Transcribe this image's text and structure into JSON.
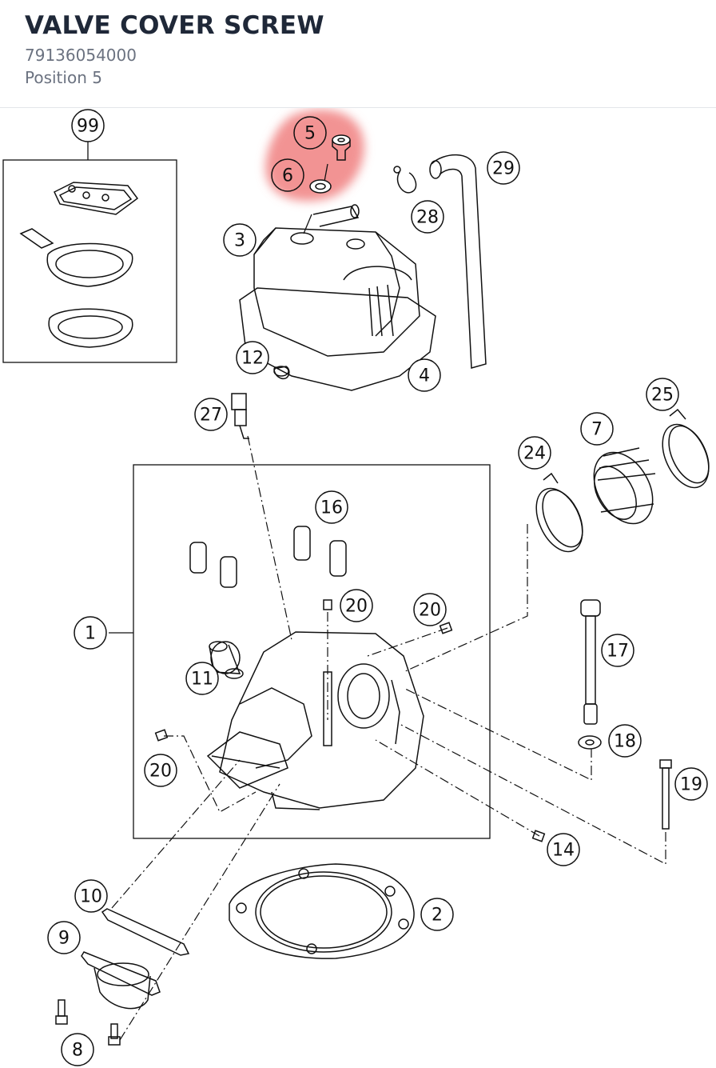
{
  "header": {
    "title": "VALVE COVER SCREW",
    "part_number": "79136054000",
    "position": "Position 5"
  },
  "diagram": {
    "highlight_color": "#f08080",
    "highlighted_positions": [
      "5",
      "6"
    ],
    "callouts": {
      "c99": "99",
      "c5": "5",
      "c6": "6",
      "c29": "29",
      "c28": "28",
      "c3": "3",
      "c12": "12",
      "c4": "4",
      "c27": "27",
      "c25": "25",
      "c7": "7",
      "c24": "24",
      "c16": "16",
      "c1": "1",
      "c20a": "20",
      "c20b": "20",
      "c17": "17",
      "c11": "11",
      "c18": "18",
      "c20c": "20",
      "c19": "19",
      "c14": "14",
      "c10": "10",
      "c2": "2",
      "c9": "9",
      "c8": "8"
    }
  }
}
